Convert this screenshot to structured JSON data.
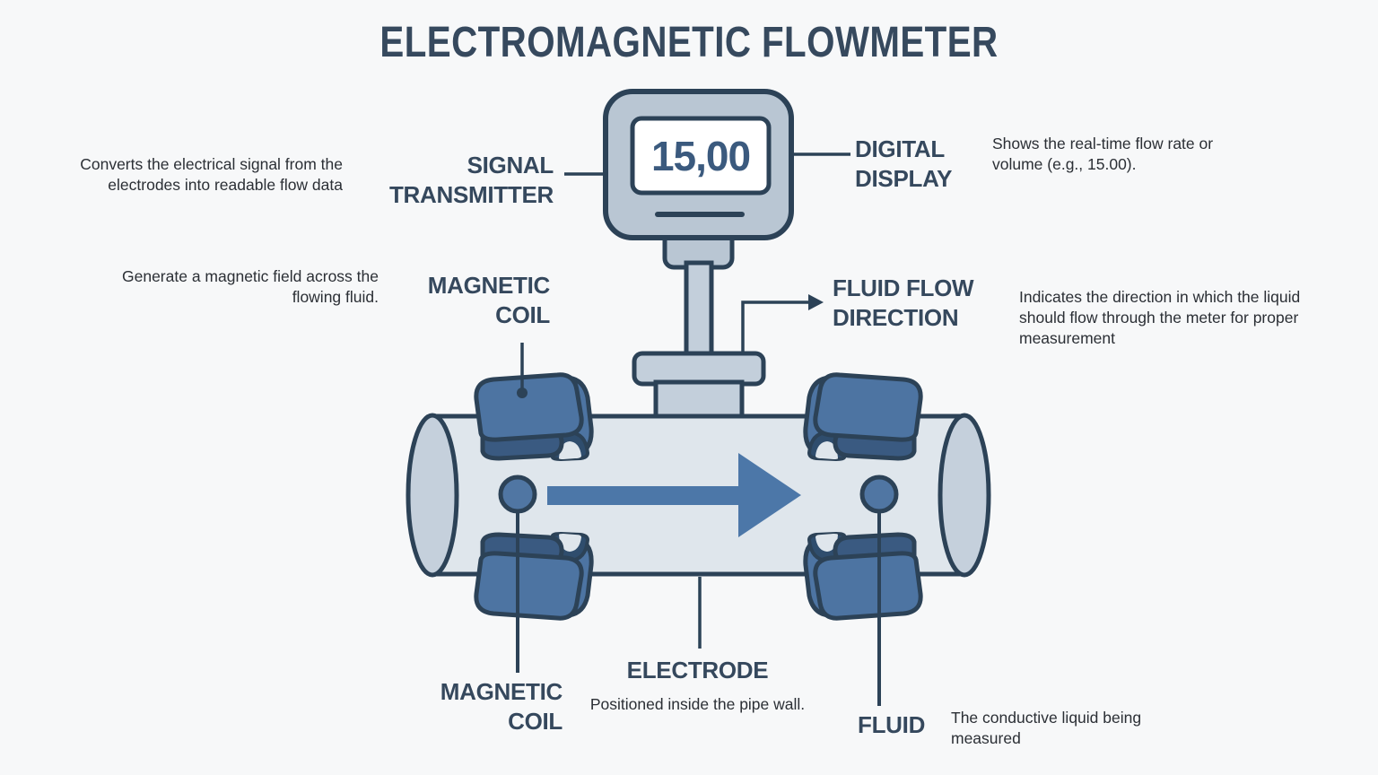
{
  "title": "ELECTROMAGNETIC FLOWMETER",
  "device": {
    "display_value": "15,00"
  },
  "callouts": {
    "signal_transmitter": {
      "label": "SIGNAL TRANSMITTER",
      "description": "Converts the electrical signal from the electrodes into readable flow data"
    },
    "digital_display": {
      "label": "DIGITAL DISPLAY",
      "description": "Shows the real-time flow rate or volume (e.g., 15.00)."
    },
    "magnetic_coil_top": {
      "label": "MAGNETIC COIL",
      "description": "Generate a magnetic field across the flowing fluid."
    },
    "fluid_flow_direction": {
      "label": "FLUID FLOW DIRECTION",
      "description": "Indicates the direction in which the liquid should flow through the meter for proper measurement"
    },
    "magnetic_coil_bottom": {
      "label": "MAGNETIC COIL"
    },
    "electrode": {
      "label": "ELECTRODE",
      "description": "Positioned inside the pipe wall."
    },
    "fluid": {
      "label": "FLUID",
      "description": "The conductive liquid being measured"
    }
  },
  "colors": {
    "background": "#f7f8f9",
    "outline": "#2c4257",
    "label_text": "#35485d",
    "body_text": "#2b2f35",
    "coil_front": "#4d74a2",
    "coil_shade": "#3a5a81",
    "pipe_body": "#dfe6ec",
    "pipe_cap": "#c5d0dc",
    "transmitter_body": "#b9c6d3",
    "neck": "#c3cfdb",
    "display_bg": "#ffffff",
    "display_text": "#3b5a7e",
    "flow_arrow": "#4c77a8"
  }
}
